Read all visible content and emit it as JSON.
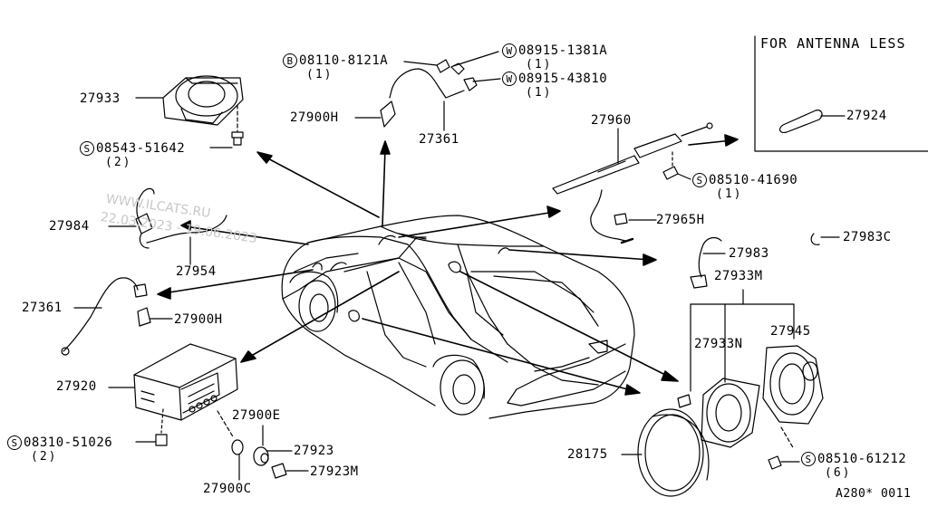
{
  "watermark": {
    "line1": "WWW.ILCATS.RU",
    "line2": "22.03.2023 - 19.06.2023"
  },
  "antenna_less_title": "FOR ANTENNA LESS",
  "footer_code": "A280* 0011",
  "parts": {
    "p27933": "27933",
    "p08543": "08543-51642",
    "p08543_qty": "(2)",
    "p08110": "08110-8121A",
    "p08110_qty": "(1)",
    "p08110_sym": "B",
    "p08915a": "08915-1381A",
    "p08915a_qty": "(1)",
    "p08915a_sym": "W",
    "p08915b": "08915-43810",
    "p08915b_qty": "(1)",
    "p08915b_sym": "W",
    "p27900h_top": "27900H",
    "p27361_top": "27361",
    "p27960": "27960",
    "p27924": "27924",
    "p08510a": "08510-41690",
    "p08510a_qty": "(1)",
    "p27984": "27984",
    "p27954": "27954",
    "p27965h": "27965H",
    "p27983": "27983",
    "p27983c": "27983C",
    "p27933m": "27933M",
    "p27361_left": "27361",
    "p27900h_left": "27900H",
    "p27933n": "27933N",
    "p27945": "27945",
    "p27920": "27920",
    "p27900e": "27900E",
    "p08310": "08310-51026",
    "p08310_qty": "(2)",
    "p27923": "27923",
    "p27923m": "27923M",
    "p27900c": "27900C",
    "p28175": "28175",
    "p08510b": "08510-61212",
    "p08510b_qty": "(6)",
    "sym_s": "S"
  }
}
